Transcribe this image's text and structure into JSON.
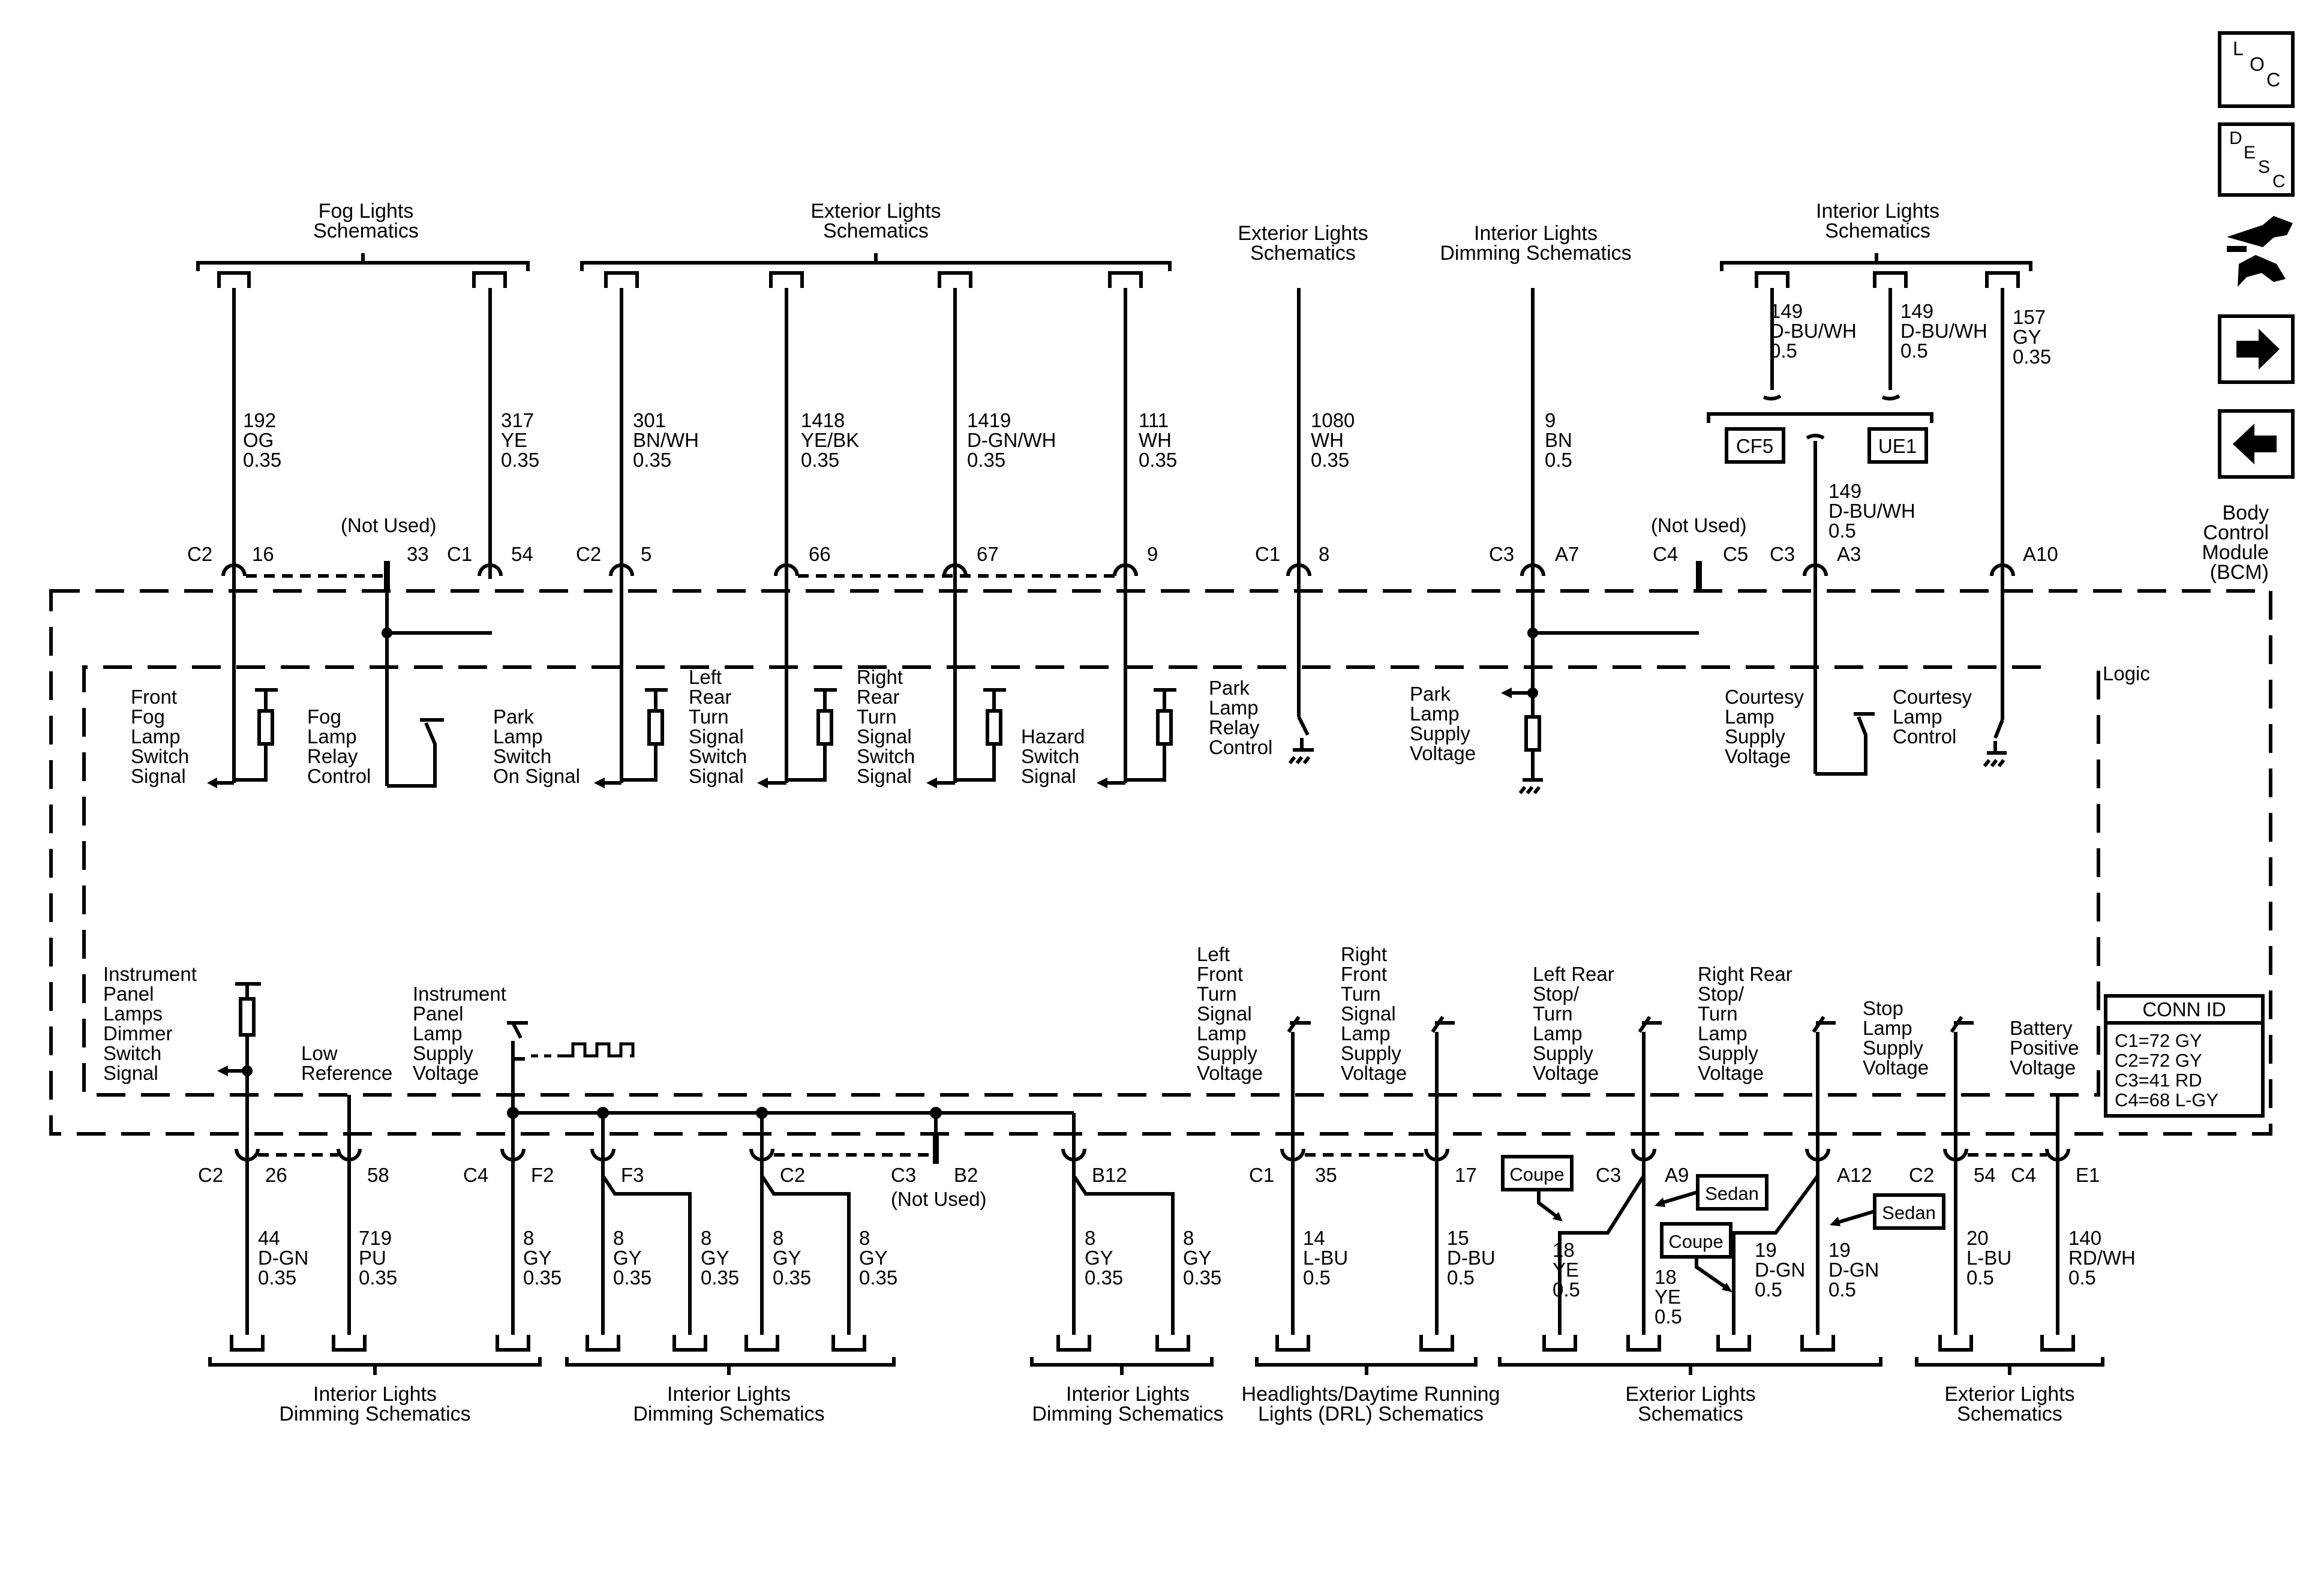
{
  "nav": {
    "loc": [
      "L",
      "O",
      "C"
    ],
    "desc": [
      "D",
      "E",
      "S",
      "C"
    ]
  },
  "bcm_label": [
    "Body",
    "Control",
    "Module",
    "(BCM)"
  ],
  "logic_label": "Logic",
  "conn_id": {
    "title": "CONN ID",
    "rows": [
      "C1=72 GY",
      "C2=72 GY",
      "C3=41 RD",
      "C4=68 L-GY"
    ]
  },
  "top_groups": [
    {
      "label": [
        "Fog Lights",
        "Schematics"
      ]
    },
    {
      "label": [
        "Exterior Lights",
        "Schematics"
      ]
    },
    {
      "label": [
        "Exterior Lights",
        "Schematics"
      ]
    },
    {
      "label": [
        "Interior Lights",
        "Dimming Schematics"
      ]
    },
    {
      "label": [
        "Interior Lights",
        "Schematics"
      ]
    }
  ],
  "top_wires": [
    {
      "circuit": [
        "192",
        "OG",
        "0.35"
      ],
      "conn": "C2",
      "pin": "16"
    },
    {
      "circuit": [
        "317",
        "YE",
        "0.35"
      ],
      "conn": "C1",
      "pin": "54"
    },
    {
      "circuit": [
        "301",
        "BN/WH",
        "0.35"
      ],
      "conn": "C2",
      "pin": "5"
    },
    {
      "circuit": [
        "1418",
        "YE/BK",
        "0.35"
      ],
      "conn": "",
      "pin": "66"
    },
    {
      "circuit": [
        "1419",
        "D-GN/WH",
        "0.35"
      ],
      "conn": "",
      "pin": "67"
    },
    {
      "circuit": [
        "111",
        "WH",
        "0.35"
      ],
      "conn": "",
      "pin": "9"
    },
    {
      "circuit": [
        "1080",
        "WH",
        "0.35"
      ],
      "conn": "C1",
      "pin": "8"
    },
    {
      "circuit": [
        "9",
        "BN",
        "0.5"
      ],
      "conn": "C3",
      "pin": "A7"
    },
    {
      "circuit": [
        "149",
        "D-BU/WH",
        "0.5"
      ],
      "conn": "C3",
      "pin": "A3"
    },
    {
      "circuit": [
        "157",
        "GY",
        "0.35"
      ],
      "conn": "",
      "pin": "A10"
    },
    {
      "circuit": [
        "149",
        "D-BU/WH",
        "0.5"
      ],
      "conn": "",
      "pin": ""
    },
    {
      "circuit": [
        "149",
        "D-BU/WH",
        "0.5"
      ],
      "conn": "",
      "pin": ""
    }
  ],
  "top_not_used": [
    {
      "label": "(Not Used)",
      "pin": "33"
    },
    {
      "label": "(Not Used)",
      "conn": "C4",
      "pin": "C5"
    }
  ],
  "splice_tags": [
    "CF5",
    "UE1"
  ],
  "top_signals": [
    [
      "Front",
      "Fog",
      "Lamp",
      "Switch",
      "Signal"
    ],
    [
      "Fog",
      "Lamp",
      "Relay",
      "Control"
    ],
    [
      "Park",
      "Lamp",
      "Switch",
      "On Signal"
    ],
    [
      "Left",
      "Rear",
      "Turn",
      "Signal",
      "Switch",
      "Signal"
    ],
    [
      "Right",
      "Rear",
      "Turn",
      "Signal",
      "Switch",
      "Signal"
    ],
    [
      "Hazard",
      "Switch",
      "Signal"
    ],
    [
      "Park",
      "Lamp",
      "Relay",
      "Control"
    ],
    [
      "Park",
      "Lamp",
      "Supply",
      "Voltage"
    ],
    [
      "Courtesy",
      "Lamp",
      "Supply",
      "Voltage"
    ],
    [
      "Courtesy",
      "Lamp",
      "Control"
    ]
  ],
  "bottom_signals": [
    [
      "Instrument",
      "Panel",
      "Lamps",
      "Dimmer",
      "Switch",
      "Signal"
    ],
    [
      "Low",
      "Reference"
    ],
    [
      "Instrument",
      "Panel",
      "Lamp",
      "Supply",
      "Voltage"
    ],
    [
      "Left",
      "Front",
      "Turn",
      "Signal",
      "Lamp",
      "Supply",
      "Voltage"
    ],
    [
      "Right",
      "Front",
      "Turn",
      "Signal",
      "Lamp",
      "Supply",
      "Voltage"
    ],
    [
      "Left Rear",
      "Stop/",
      "Turn",
      "Lamp",
      "Supply",
      "Voltage"
    ],
    [
      "Right Rear",
      "Stop/",
      "Turn",
      "Lamp",
      "Supply",
      "Voltage"
    ],
    [
      "Stop",
      "Lamp",
      "Supply",
      "Voltage"
    ],
    [
      "Battery",
      "Positive",
      "Voltage"
    ]
  ],
  "bottom_pins": [
    {
      "conn": "C2",
      "pin": "26"
    },
    {
      "conn": "",
      "pin": "58"
    },
    {
      "conn": "C4",
      "pin": "F2"
    },
    {
      "conn": "",
      "pin": "F3"
    },
    {
      "conn": "",
      "pin": "C2"
    },
    {
      "conn": "C3",
      "pin": "B2"
    },
    {
      "conn": "",
      "pin": "B12"
    },
    {
      "conn": "C1",
      "pin": "35"
    },
    {
      "conn": "",
      "pin": "17"
    },
    {
      "conn": "C3",
      "pin": "A9"
    },
    {
      "conn": "",
      "pin": "A12"
    },
    {
      "conn": "C2",
      "pin": "54"
    },
    {
      "conn": "C4",
      "pin": "E1"
    }
  ],
  "bottom_not_used": "(Not Used)",
  "bottom_wires": [
    [
      "44",
      "D-GN",
      "0.35"
    ],
    [
      "719",
      "PU",
      "0.35"
    ],
    [
      "8",
      "GY",
      "0.35"
    ],
    [
      "8",
      "GY",
      "0.35"
    ],
    [
      "8",
      "GY",
      "0.35"
    ],
    [
      "8",
      "GY",
      "0.35"
    ],
    [
      "8",
      "GY",
      "0.35"
    ],
    [
      "8",
      "GY",
      "0.35"
    ],
    [
      "8",
      "GY",
      "0.35"
    ],
    [
      "14",
      "L-BU",
      "0.5"
    ],
    [
      "15",
      "D-BU",
      "0.5"
    ],
    [
      "18",
      "YE",
      "0.5"
    ],
    [
      "18",
      "YE",
      "0.5"
    ],
    [
      "19",
      "D-GN",
      "0.5"
    ],
    [
      "19",
      "D-GN",
      "0.5"
    ],
    [
      "20",
      "L-BU",
      "0.5"
    ],
    [
      "140",
      "RD/WH",
      "0.5"
    ]
  ],
  "body_tags": [
    "Coupe",
    "Sedan",
    "Coupe",
    "Sedan"
  ],
  "bottom_groups": [
    {
      "label": [
        "Interior Lights",
        "Dimming Schematics"
      ]
    },
    {
      "label": [
        "Interior Lights",
        "Dimming Schematics"
      ]
    },
    {
      "label": [
        "Interior Lights",
        "Dimming Schematics"
      ]
    },
    {
      "label": [
        "Headlights/Daytime Running",
        "Lights (DRL) Schematics"
      ]
    },
    {
      "label": [
        "Exterior Lights",
        "Schematics"
      ]
    },
    {
      "label": [
        "Exterior Lights",
        "Schematics"
      ]
    }
  ]
}
